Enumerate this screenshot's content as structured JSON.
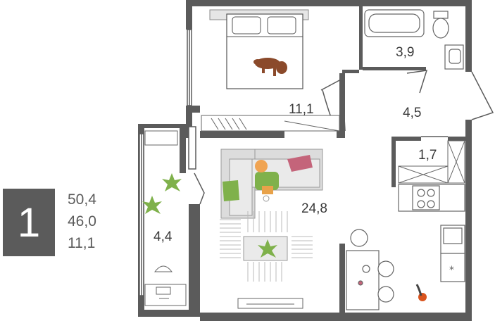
{
  "apartment": {
    "rooms_count": "1",
    "total_area": "50,4",
    "living_area_total": "46,0",
    "living_area": "11,1"
  },
  "rooms": {
    "bedroom": "11,1",
    "bathroom": "3,9",
    "hall": "4,5",
    "wc": "1,7",
    "living_room": "24,8",
    "balcony": "4,4"
  },
  "colors": {
    "wall": "#5b5b5b",
    "badge": "#5b5b5b",
    "floor": "#ffffff",
    "furniture_fill": "#dcdcdc",
    "plant_green": "#7fb14b",
    "pillow_pink": "#c4647a",
    "dog_brown": "#8b4a2b"
  },
  "icons": {
    "bed": "bed-icon",
    "bathtub": "bathtub-icon",
    "toilet": "toilet-icon",
    "sofa": "sofa-icon",
    "stove": "stove-icon",
    "plant": "plant-icon",
    "dog": "dog-icon",
    "chair": "chair-icon",
    "desk": "desk-icon"
  }
}
